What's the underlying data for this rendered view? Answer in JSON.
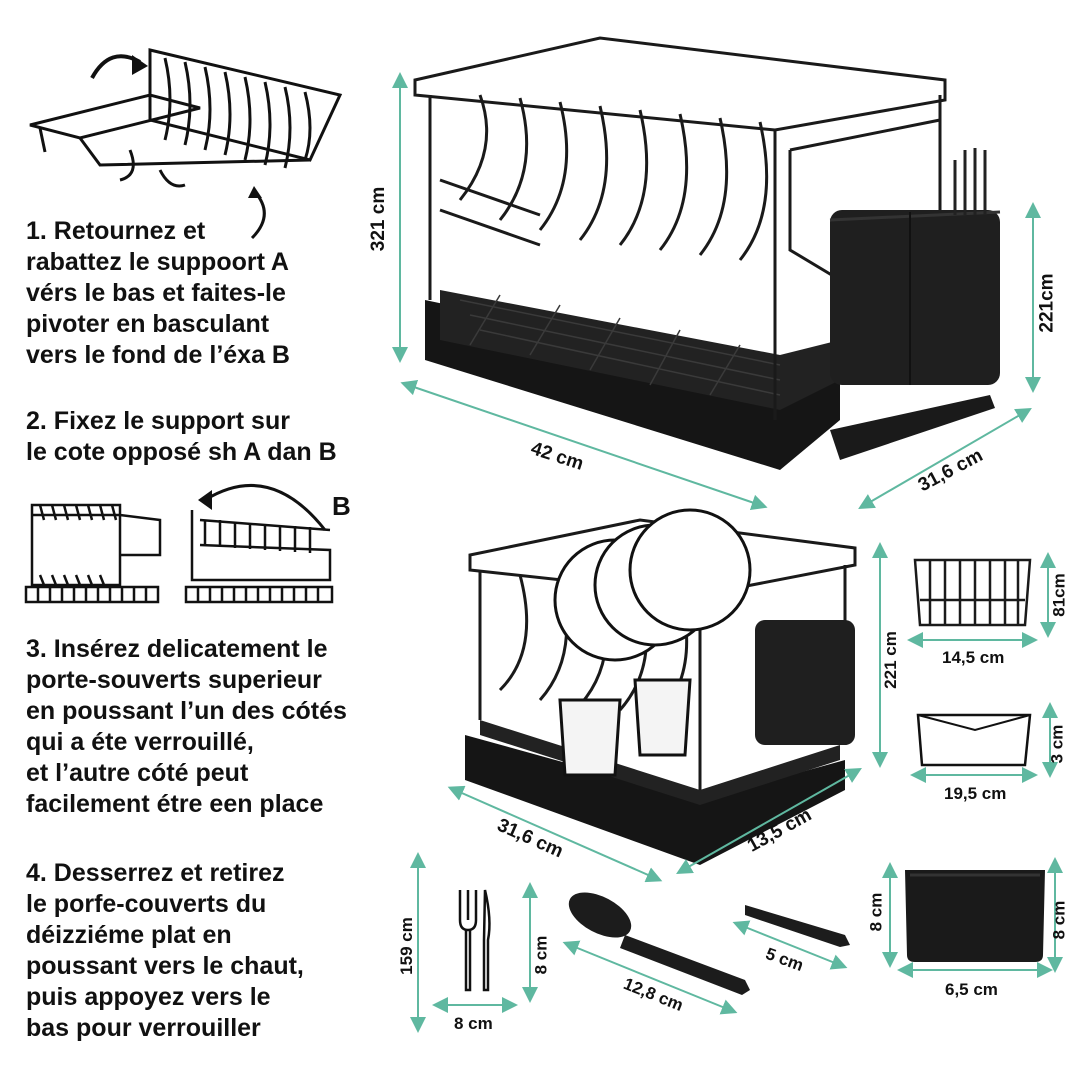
{
  "instructions": {
    "step1": [
      "1. Retournez et",
      "rabattez le suppoort A",
      "vérs le bas et faites-le",
      "pivoter en basculant",
      "vers le fond de l’éxa B"
    ],
    "step2": [
      "2. Fixez le support sur",
      "le cote opposé sh A dan B"
    ],
    "step3": [
      "3. Insérez delicatement le",
      "porte-souverts superieur",
      "en poussant l’un des cótés",
      "qui a éte verrouillé,",
      "et l’autre cóté peut",
      "facilement étre een place"
    ],
    "step4": [
      "4. Desserrez et retirez",
      "le porfe-couverts du",
      "déizziéme plat en",
      "poussant vers le chaut,",
      "puis appoyez vers le",
      "bas pour verrouiller"
    ]
  },
  "diagram_label_b": "B",
  "dimensions": {
    "top_rack_height": "321 cm",
    "top_rack_width": "42 cm",
    "top_rack_depth": "31,6 cm",
    "cutlery_holder_height": "221cm",
    "bottom_rack_height": "221 cm",
    "bottom_rack_width": "31,6 cm",
    "bottom_rack_depth": "13,5 cm",
    "small_basket_height": "81cm",
    "small_basket_width": "14,5 cm",
    "tray_height": "3 cm",
    "tray_width": "19,5 cm",
    "utensil_height": "159 cm",
    "utensil_width": "8 cm",
    "utensil_side": "8 cm",
    "spoon_length": "12,8 cm",
    "knife_length": "5 cm",
    "cup_height_left": "8 cm",
    "cup_height_right": "8 cm",
    "cup_width": "6,5 cm"
  },
  "colors": {
    "product": "#1a1a1a",
    "dimension_line": "#5fb8a0",
    "text": "#111111"
  }
}
